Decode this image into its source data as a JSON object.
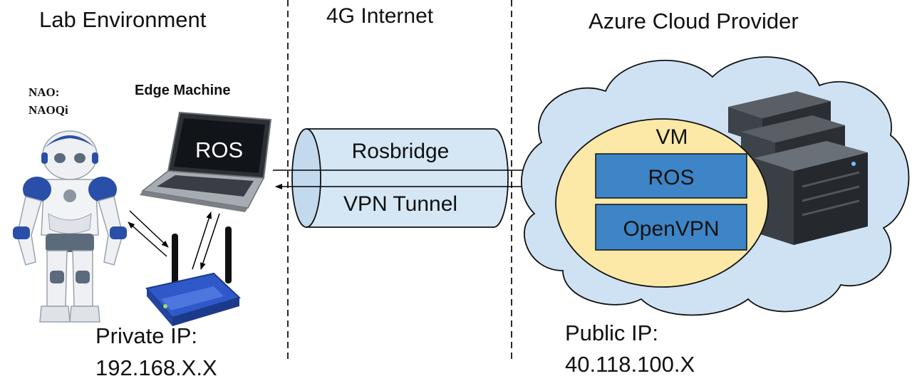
{
  "sections": {
    "lab": "Lab Environment",
    "internet": "4G Internet",
    "cloud": "Azure Cloud Provider"
  },
  "robot": {
    "name_line1": "NAO:",
    "name_line2": "NAOQi"
  },
  "edge": {
    "title": "Edge Machine",
    "screen_text": "ROS"
  },
  "tunnel": {
    "label_top": "Rosbridge",
    "label_bottom": "VPN Tunnel"
  },
  "vm": {
    "title": "VM",
    "box1": "ROS",
    "box2": "OpenVPN"
  },
  "private_ip": {
    "line1": "Private IP:",
    "line2": "192.168.X.X"
  },
  "public_ip": {
    "line1": "Public IP:",
    "line2": "40.118.100.X"
  },
  "colors": {
    "tunnel_fill": "#d5e6f4",
    "cloud_fill": "#cfe2f3",
    "vm_fill": "#fde9a7",
    "vm_box_fill": "#3d85c6",
    "robot_accent": "#2a4fa8",
    "router_blue": "#2f59c9"
  }
}
